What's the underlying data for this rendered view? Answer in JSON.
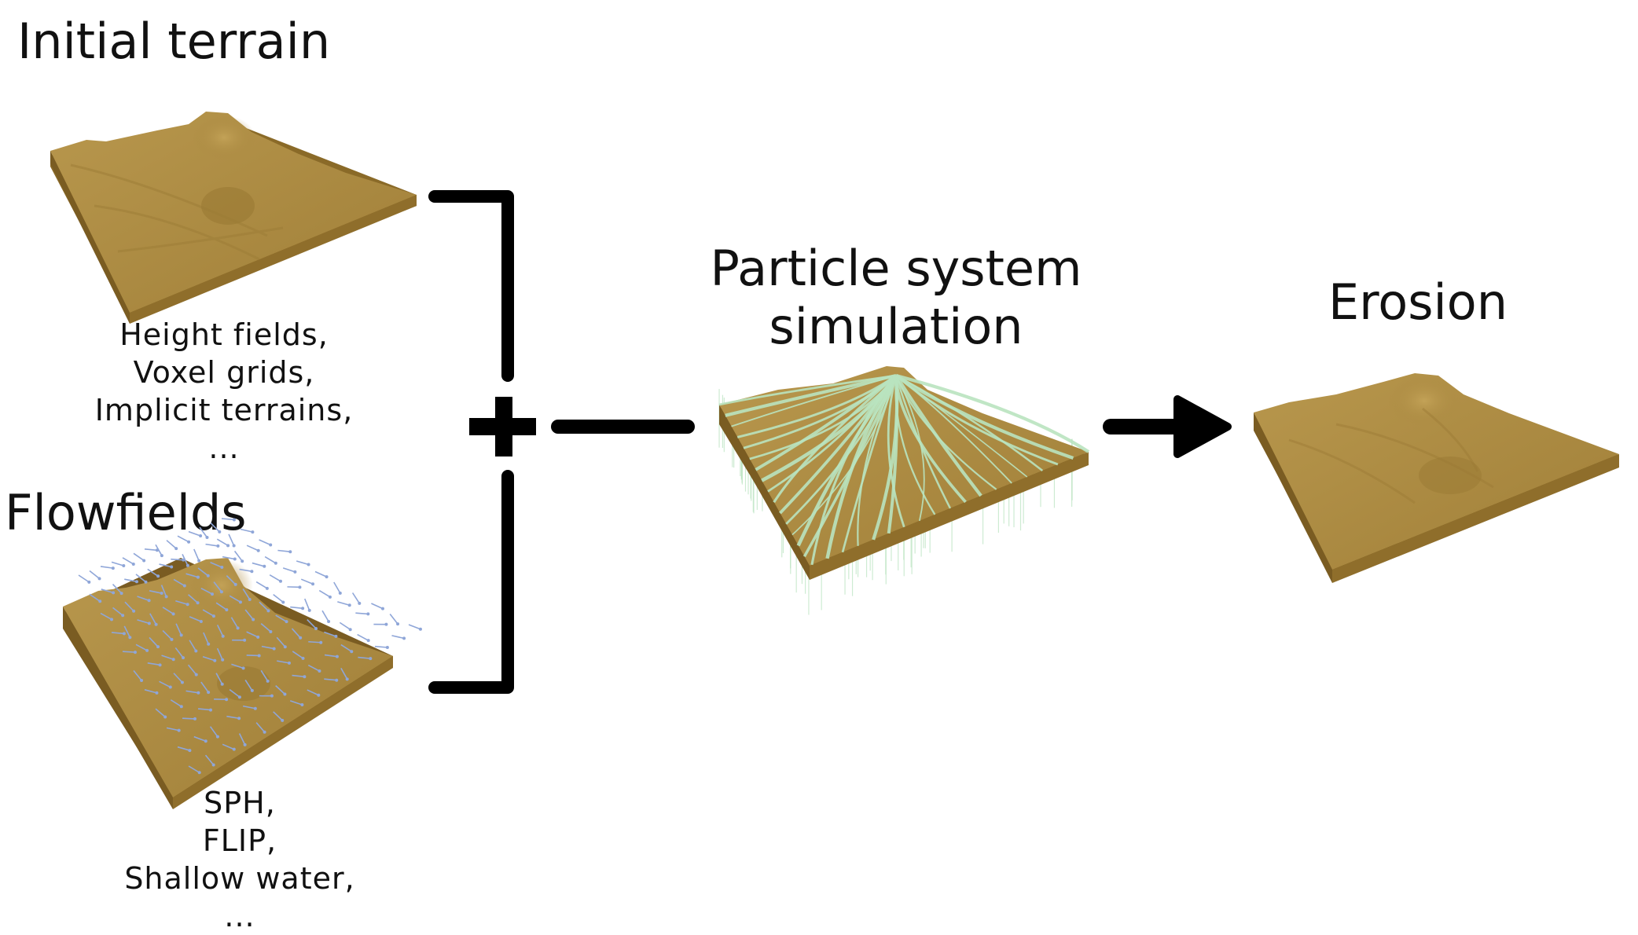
{
  "stages": {
    "initial_terrain": {
      "title": "Initial terrain",
      "examples": [
        "Height fields,",
        "Voxel grids,",
        "Implicit terrains,",
        "..."
      ]
    },
    "flowfields": {
      "title": "Flowfields",
      "examples": [
        "SPH,",
        "FLIP,",
        "Shallow water,",
        "..."
      ]
    },
    "simulation": {
      "title_lines": [
        "Particle system",
        "simulation"
      ]
    },
    "erosion": {
      "title": "Erosion"
    }
  },
  "colors": {
    "terrain_top": "#a8873f",
    "terrain_side": "#8a6a28",
    "flow_arrows": "#8fa6d8",
    "particles": "#b9e3bf",
    "connector": "#000000"
  },
  "icons": {
    "combine": "plus-icon",
    "next_step": "arrow-right-icon"
  }
}
